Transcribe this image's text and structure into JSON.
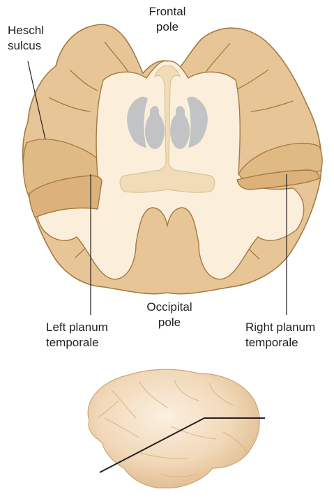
{
  "labels": {
    "frontal_line1": "Frontal",
    "frontal_line2": "pole",
    "heschl_line1": "Heschl",
    "heschl_line2": "sulcus",
    "occipital_line1": "Occipital",
    "occipital_line2": "pole",
    "left_pt_line1": "Left planum",
    "left_pt_line2": "temporale",
    "right_pt_line1": "Right planum",
    "right_pt_line2": "temporale"
  },
  "colors": {
    "cortex": "#e8c597",
    "cortex_outline": "#a27a40",
    "white_matter": "#fbefdc",
    "ventricle": "#f0dcb6",
    "nuclei": "#c2c3c5",
    "planum_temporale": "#dcb27a",
    "brain_lateral": "#f3dcc0",
    "leader_line": "#231f20"
  }
}
